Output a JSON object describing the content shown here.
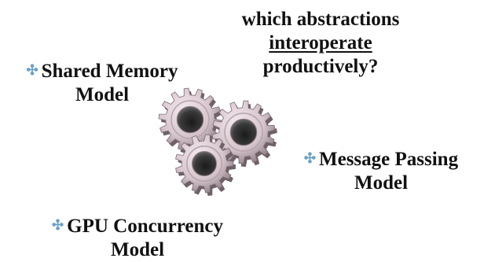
{
  "question": {
    "line1": "which abstractions",
    "line2": "interoperate",
    "line3": "productively?"
  },
  "items": [
    {
      "bullet": "✣",
      "line1": "Shared Memory",
      "line2": "Model"
    },
    {
      "bullet": "✣",
      "line1": "Message Passing",
      "line2": "Model"
    },
    {
      "bullet": "✣",
      "line1": "GPU Concurrency",
      "line2": "Model"
    }
  ],
  "graphic": {
    "icon": "gears-icon",
    "gear_color": "#d9c9cf",
    "bullet_color": "#6aa0c8"
  }
}
